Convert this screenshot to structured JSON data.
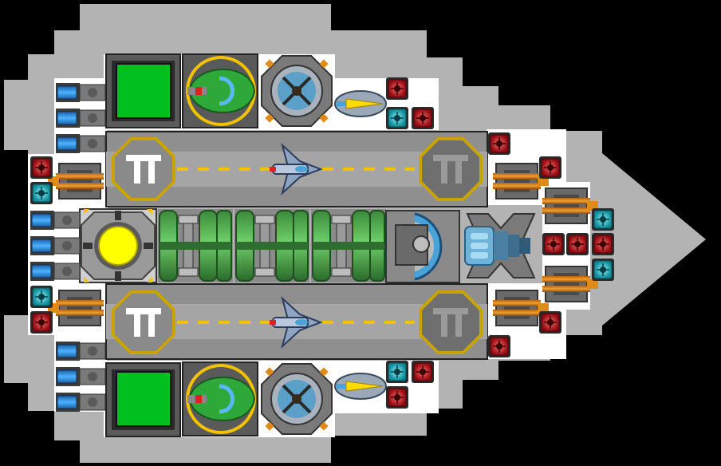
{
  "scene": {
    "background": "#000000",
    "hull_color": "#b3b3b3",
    "deck_color": "#ffffff",
    "runway_color": "#8f8f8f",
    "accent_yellow": "#f2c200",
    "accent_green": "#2fa83a",
    "accent_red": "#c8151e",
    "accent_cyan": "#19b7c3",
    "thruster_blue": "#2e8fd6",
    "orange_turret": "#e08a1a"
  },
  "ship": {
    "hangars": [
      {
        "id": "upper",
        "icon": "hangar-pad-icon",
        "aircraft": "fighter-craft-icon"
      },
      {
        "id": "lower",
        "icon": "hangar-pad-icon",
        "aircraft": "fighter-craft-icon"
      }
    ],
    "reactor": {
      "icon": "reactor-core-icon",
      "color": "#ffff00"
    },
    "fuel_tanks": {
      "icon": "fuel-tank-icon",
      "count": 3
    },
    "bridge": {
      "icon": "bridge-dome-icon"
    },
    "engine": {
      "icon": "main-engine-icon"
    },
    "cargo_bays": {
      "icon": "cargo-bay-icon",
      "color": "#00c020"
    },
    "ventilation": {
      "icon": "fan-vent-icon"
    },
    "pilots": {
      "icon": "pilot-seat-icon"
    },
    "turrets": {
      "icon": "gun-turret-icon"
    },
    "thrusters": {
      "icon": "thruster-icon"
    },
    "shield_nodes": {
      "icon": "shield-node-icon"
    },
    "weapon_nodes": {
      "icon": "weapon-node-icon"
    }
  }
}
